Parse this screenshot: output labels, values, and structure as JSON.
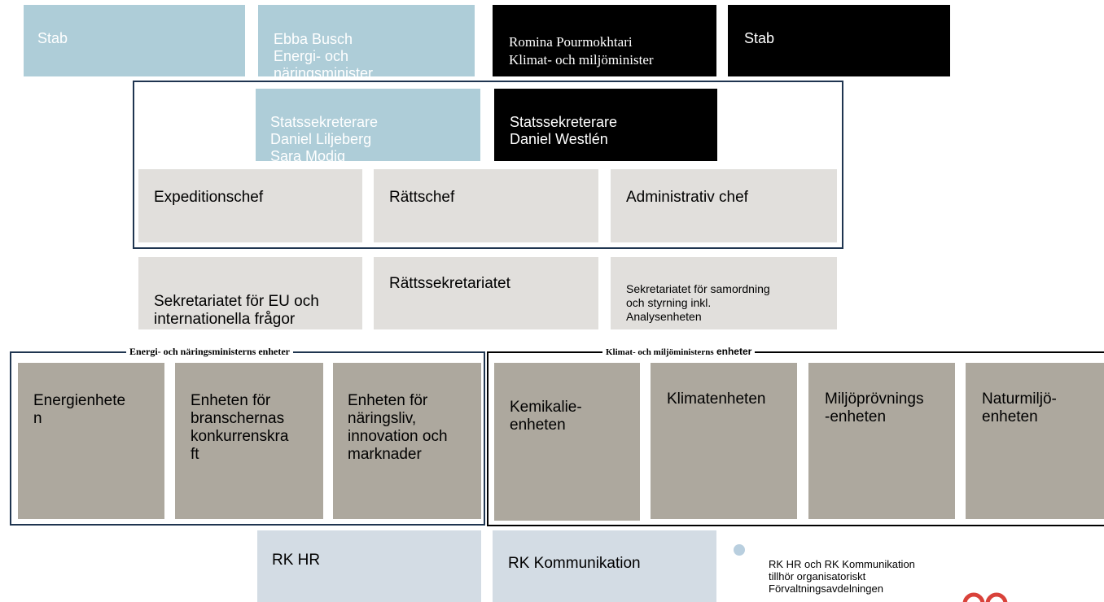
{
  "top_row": {
    "stab_left": "Stab",
    "minister_energy": "Ebba Busch\nEnergi- och\nnäringsminister",
    "minister_climate": "Romina Pourmokhtari\nKlimat- och miljöminister",
    "stab_right": "Stab"
  },
  "state_secretaries": {
    "energy": "Statssekreterare\nDaniel Liljeberg\nSara Modig",
    "climate": "Statssekreterare\nDaniel Westlén"
  },
  "chiefs": {
    "expedition": "Expeditionschef",
    "legal": "Rättschef",
    "admin": "Administrativ chef"
  },
  "secretariats": {
    "eu": "Sekretariatet för EU och\ninternationella frågor",
    "legal": "Rättssekretariatet",
    "coordination": "Sekretariatet för samordning\noch styrning inkl.\nAnalysenheten"
  },
  "energy_group": {
    "title": "Energi- och näringsministerns enheter",
    "units": [
      "Energienhete\nn",
      "Enheten för\nbranschernas\nkonkurrenskra\nft",
      "Enheten för\nnäringsliv,\ninnovation och\nmarknader"
    ]
  },
  "climate_group": {
    "title_part1": "Klimat- och miljöministerns",
    "title_part2": " enheter",
    "units": [
      "Kemikalie-\nenheten",
      "Klimatenheten",
      "Miljöprövnings\n-enheten",
      "Naturmiljö-\nenheten"
    ]
  },
  "support": {
    "hr": "RK HR",
    "communication": "RK Kommunikation",
    "note": "RK HR och RK Kommunikation\ntillhör organisatoriskt\nFörvaltningsavdelningen"
  },
  "colors": {
    "light_blue": "#aecdd8",
    "black": "#000000",
    "light_grey": "#e1dfdc",
    "dark_grey": "#ada89e",
    "pale_blue": "#d3dce4",
    "frame_navy": "#1f3550",
    "logo_red": "#d9423a"
  }
}
